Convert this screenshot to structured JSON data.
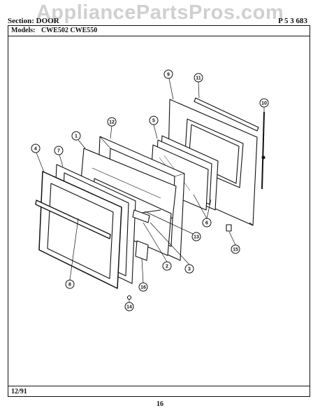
{
  "watermark": "AppliancePartsPros.com",
  "header": {
    "section": "Section:  DOOR",
    "page_ref": "P  5  3  683"
  },
  "models": {
    "label": "Models:",
    "list": "CWE502  CWE550"
  },
  "footer": {
    "date": "12/91",
    "page_number": "16"
  },
  "callouts": [
    "1",
    "2",
    "3",
    "4",
    "5",
    "6",
    "7",
    "8",
    "9",
    "10",
    "11",
    "12",
    "13",
    "14",
    "15",
    "16"
  ]
}
